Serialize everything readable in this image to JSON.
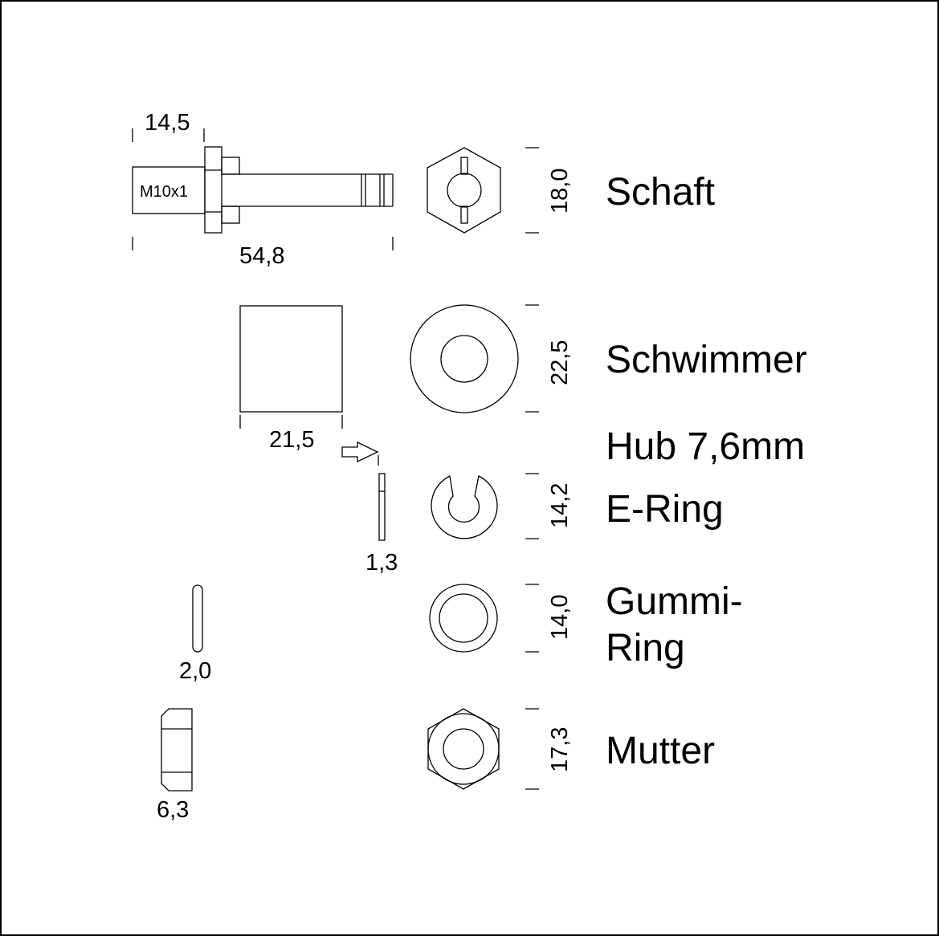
{
  "diagram": {
    "title": "",
    "stroke_color": "#000000",
    "background": "#ffffff",
    "parts": [
      {
        "id": "schaft",
        "label": "Schaft",
        "side_view": {
          "thread_label": "M10x1",
          "dim_thread_length": "14,5",
          "dim_total_length": "54,8"
        },
        "end_view_dim": "18,0"
      },
      {
        "id": "schwimmer",
        "label": "Schwimmer",
        "side_view": {
          "dim_width": "21,5"
        },
        "end_view_dim": "22,5",
        "note": "Hub 7,6mm"
      },
      {
        "id": "e-ring",
        "label": "E-Ring",
        "side_view": {
          "dim_thickness": "1,3"
        },
        "end_view_dim": "14,2"
      },
      {
        "id": "gummi-ring",
        "label_line1": "Gummi-",
        "label_line2": "Ring",
        "side_view": {
          "dim_thickness": "2,0"
        },
        "end_view_dim": "14,0"
      },
      {
        "id": "mutter",
        "label": "Mutter",
        "side_view": {
          "dim_thickness": "6,3"
        },
        "end_view_dim": "17,3"
      }
    ]
  }
}
